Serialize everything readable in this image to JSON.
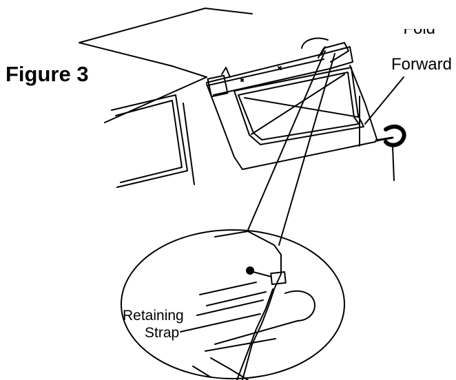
{
  "figure": {
    "title": "Figure 3"
  },
  "labels": {
    "fold": "Fold",
    "forward": "Forward",
    "retaining": "Retaining",
    "strap": "Strap"
  },
  "colors": {
    "ink": "#000000",
    "background": "#ffffff"
  }
}
